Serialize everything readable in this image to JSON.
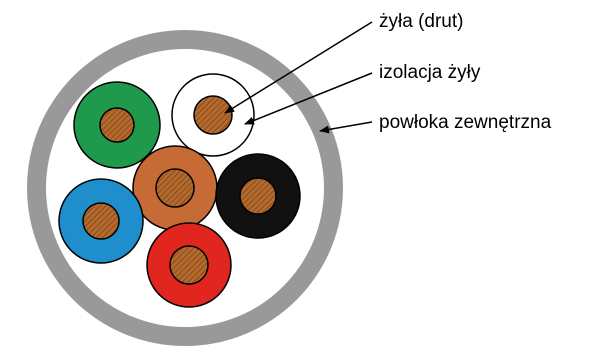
{
  "labels": {
    "wire": "żyła (drut)",
    "wire_insulation": "izolacja żyły",
    "outer_sheath": "powłoka zewnętrzna"
  },
  "colors": {
    "outer_sheath": "#999999",
    "cable_filler": "#ffffff",
    "copper": "#b36a2e",
    "copper_hatch": "#7a3f10",
    "insulation_green": "#1f9a4d",
    "insulation_white": "#ffffff",
    "insulation_brown": "#c66b35",
    "insulation_black": "#111111",
    "insulation_blue": "#1e8fcc",
    "insulation_red": "#e0261f"
  },
  "conductors": [
    {
      "id": "green",
      "insulation_color": "insulation_green"
    },
    {
      "id": "white",
      "insulation_color": "insulation_white"
    },
    {
      "id": "brown",
      "insulation_color": "insulation_brown"
    },
    {
      "id": "black",
      "insulation_color": "insulation_black"
    },
    {
      "id": "blue",
      "insulation_color": "insulation_blue"
    },
    {
      "id": "red",
      "insulation_color": "insulation_red"
    }
  ]
}
